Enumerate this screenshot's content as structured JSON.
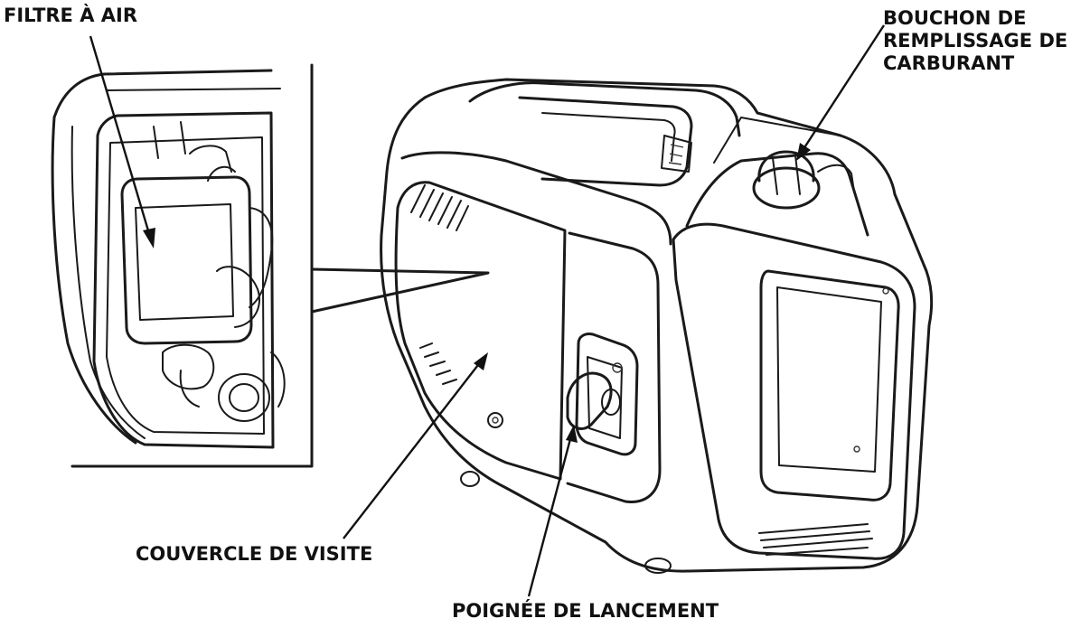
{
  "labels": {
    "air_filter": "FILTRE À AIR",
    "fuel_cap_line1": "BOUCHON DE",
    "fuel_cap_line2": "REMPLISSAGE DE",
    "fuel_cap_line3": "CARBURANT",
    "service_cover": "COUVERCLE DE VISITE",
    "starter_grip": "POIGNÉE DE LANCEMENT"
  },
  "colors": {
    "ink": "#1a1a1a",
    "background": "#ffffff"
  }
}
